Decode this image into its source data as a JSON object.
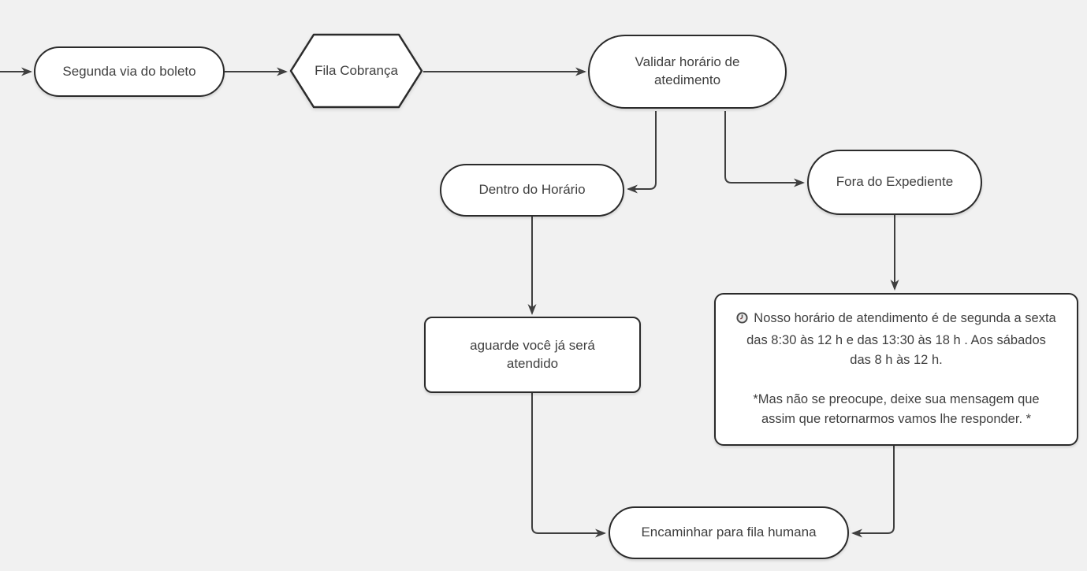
{
  "flowchart": {
    "colors": {
      "background": "#f1f1f1",
      "node_fill": "#ffffff",
      "node_border": "#2b2b2b",
      "edge": "#3f3f3f",
      "text": "#3f3f3f"
    },
    "nodes": {
      "segunda_via": {
        "shape": "pill",
        "label": "Segunda via do boleto"
      },
      "fila_cobranca": {
        "shape": "hexagon",
        "label": "Fila Cobrança"
      },
      "validar_horario": {
        "shape": "pill",
        "label": "Validar horário de atedimento"
      },
      "dentro_horario": {
        "shape": "pill",
        "label": "Dentro do Horário"
      },
      "fora_expediente": {
        "shape": "pill",
        "label": "Fora do Expediente"
      },
      "aguarde": {
        "shape": "rect",
        "label": "aguarde você já será atendido"
      },
      "mensagem_horario": {
        "shape": "rect",
        "icon": "clock-icon",
        "paragraph1": "Nosso horário de atendimento é de segunda a sexta das 8:30 às 12 h e das 13:30 às 18 h . Aos sábados das 8 h às 12 h.",
        "paragraph2": "*Mas não se preocupe, deixe sua mensagem que assim que retornarmos vamos lhe responder. *"
      },
      "encaminhar": {
        "shape": "pill",
        "label": "Encaminhar para fila humana"
      }
    },
    "edges": [
      {
        "from": "start",
        "to": "segunda_via"
      },
      {
        "from": "segunda_via",
        "to": "fila_cobranca"
      },
      {
        "from": "fila_cobranca",
        "to": "validar_horario"
      },
      {
        "from": "validar_horario",
        "to": "dentro_horario"
      },
      {
        "from": "validar_horario",
        "to": "fora_expediente"
      },
      {
        "from": "fora_expediente",
        "to": "mensagem_horario"
      },
      {
        "from": "dentro_horario",
        "to": "aguarde"
      },
      {
        "from": "aguarde",
        "to": "encaminhar"
      },
      {
        "from": "mensagem_horario",
        "to": "encaminhar"
      }
    ]
  }
}
